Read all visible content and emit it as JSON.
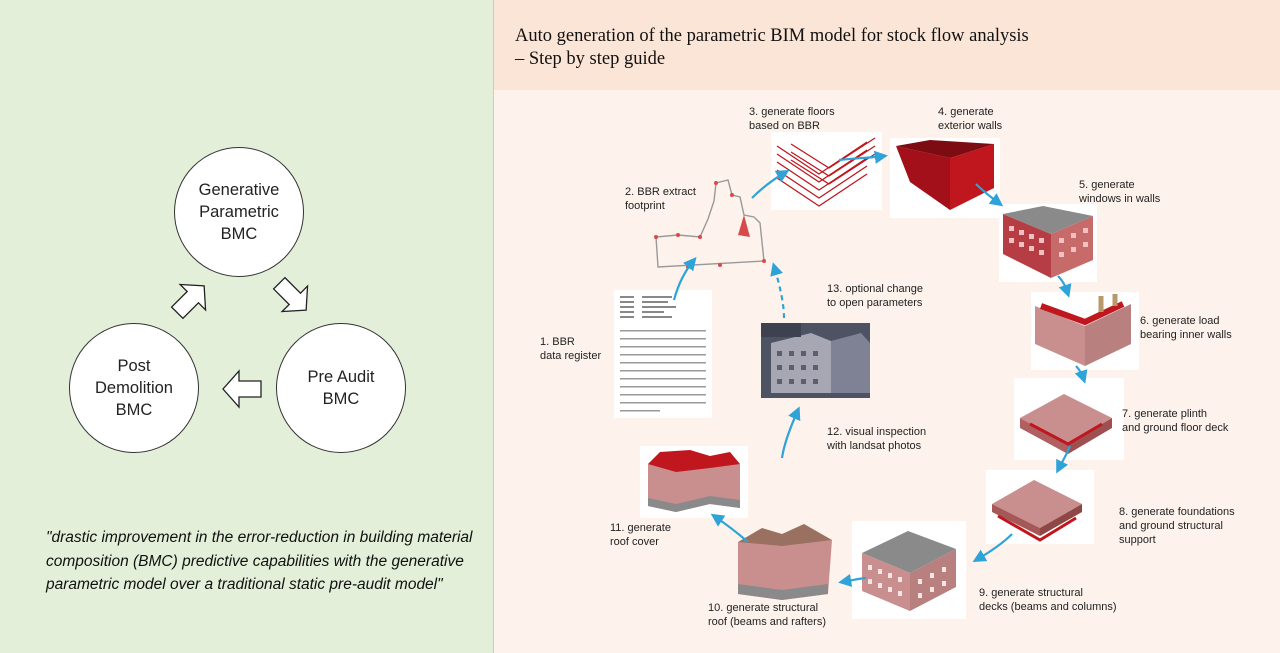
{
  "cycle": {
    "generative": "Generative\nParametric\nBMC",
    "pre_audit": "Pre Audit\nBMC",
    "post_demolition": "Post\nDemolition\nBMC"
  },
  "quote": {
    "text": "\"drastic improvement in the error-reduction in building material composition (BMC) predictive capabilities with the generative parametric model over a traditional static pre-audit model\""
  },
  "guide": {
    "title_line1": "Auto generation of the parametric BIM model for stock flow analysis",
    "title_line2": "– Step by step guide",
    "steps": {
      "s1": "1. BBR\ndata register",
      "s2": "2. BBR extract\nfootprint",
      "s3": "3. generate floors\nbased on BBR",
      "s4": "4. generate\nexterior walls",
      "s5": "5. generate\nwindows in walls",
      "s6": "6. generate load\nbearing inner walls",
      "s7": "7. generate plinth\nand ground floor deck",
      "s8": "8. generate foundations\nand ground structural\nsupport",
      "s9": "9. generate structural\ndecks (beams and columns)",
      "s10": "10. generate structural\nroof (beams and rafters)",
      "s11": "11. generate\nroof cover",
      "s12": "12. visual inspection\nwith landsat photos",
      "s13": "13. optional change\nto open parameters"
    }
  },
  "colors": {
    "left_bg": "#e3efd9",
    "right_bg": "#fdf3ec",
    "header_bg": "#fbe5d6",
    "flow_arrow": "#2ea3d8",
    "model_red": "#c0161e",
    "model_brick": "#c98f8f"
  }
}
